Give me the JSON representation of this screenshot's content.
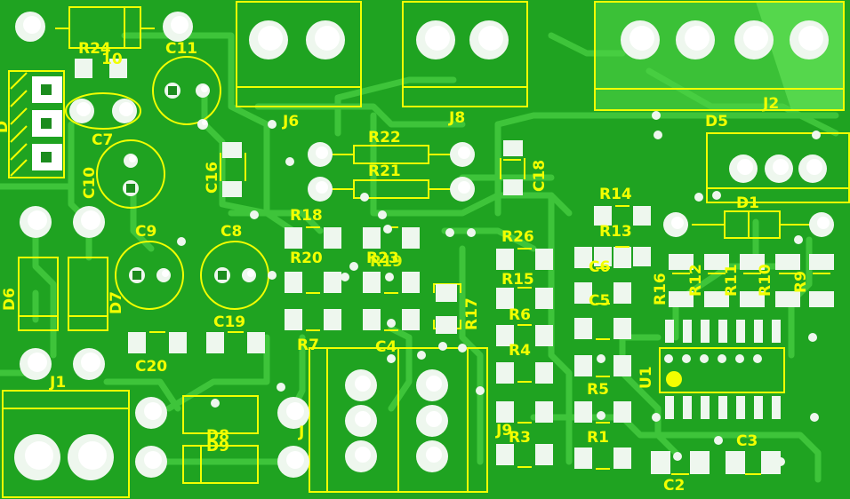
{
  "board": {
    "colors": {
      "board": "#1fa321",
      "trace": "#3ec43a",
      "silkscreen": "#f2ff00",
      "pad": "#eef7ee",
      "hole": "#ffffff",
      "copper_pour_light": "#58e04c"
    }
  },
  "labels": {
    "r24": "R24",
    "r10": "10",
    "c11": "C11",
    "c7": "C7",
    "c10": "C10",
    "j6": "J6",
    "j8": "J8",
    "j2": "J2",
    "d5": "D5",
    "r22": "R22",
    "r21": "R21",
    "c16": "C16",
    "c18": "C18",
    "r14": "R14",
    "d1": "D1",
    "r13": "R13",
    "r18": "R18",
    "c9": "C9",
    "c8": "C8",
    "r26": "R26",
    "r20": "R20",
    "r23": "R23",
    "r19": "R19",
    "c6": "C6",
    "r16": "R16",
    "r12": "R12",
    "r11": "R11",
    "r10b": "R10",
    "r9": "R9",
    "r15": "R15",
    "c5": "C5",
    "d6": "D6",
    "d7": "D7",
    "r17": "R17",
    "r6": "R6",
    "c19": "C19",
    "r7": "R7",
    "c4": "C4",
    "c20": "C20",
    "r4": "R4",
    "u1": "U1",
    "j1": "J1",
    "r5": "R5",
    "d8": "D8",
    "d9": "D9",
    "j": "J",
    "j9": "J9",
    "r3": "R3",
    "r1": "R1",
    "c3": "C3",
    "c2": "C2",
    "left_edge": "D"
  }
}
